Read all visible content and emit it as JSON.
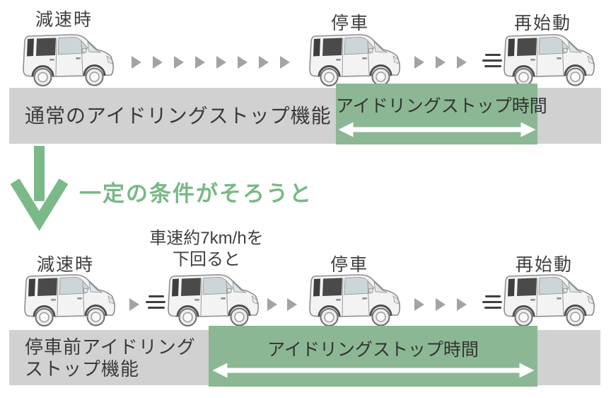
{
  "palette": {
    "bar_gray": "#d1d1d1",
    "highlight_green": "#8cb794",
    "accent_green": "#79b887",
    "flow_arrow_gray": "#a3a3a3",
    "text_dark": "#3a3a3a",
    "arrow_white": "#ffffff"
  },
  "icons": {
    "flow_arrow": "right-triangle",
    "motion_lines": "speed-lines",
    "transition_arrow": "big-down-arrow",
    "time_span_arrow": "double-headed-arrow",
    "car": "kei-wagon-side-view"
  },
  "top_flow": {
    "stage_labels": [
      "減速時",
      "停車",
      "再始動"
    ]
  },
  "top_bar": {
    "title": "通常のアイドリングストップ機能",
    "highlight_label": "アイドリングストップ時間"
  },
  "transition": {
    "heading": "一定の条件がそろうと"
  },
  "bottom_flow": {
    "stage_labels": [
      "減速時",
      "停車",
      "再始動"
    ],
    "speed_note_line1": "車速約7km/hを",
    "speed_note_line2": "下回ると"
  },
  "bottom_bar": {
    "title_line1": "停車前アイドリング",
    "title_line2": "ストップ機能",
    "highlight_label": "アイドリングストップ時間"
  }
}
